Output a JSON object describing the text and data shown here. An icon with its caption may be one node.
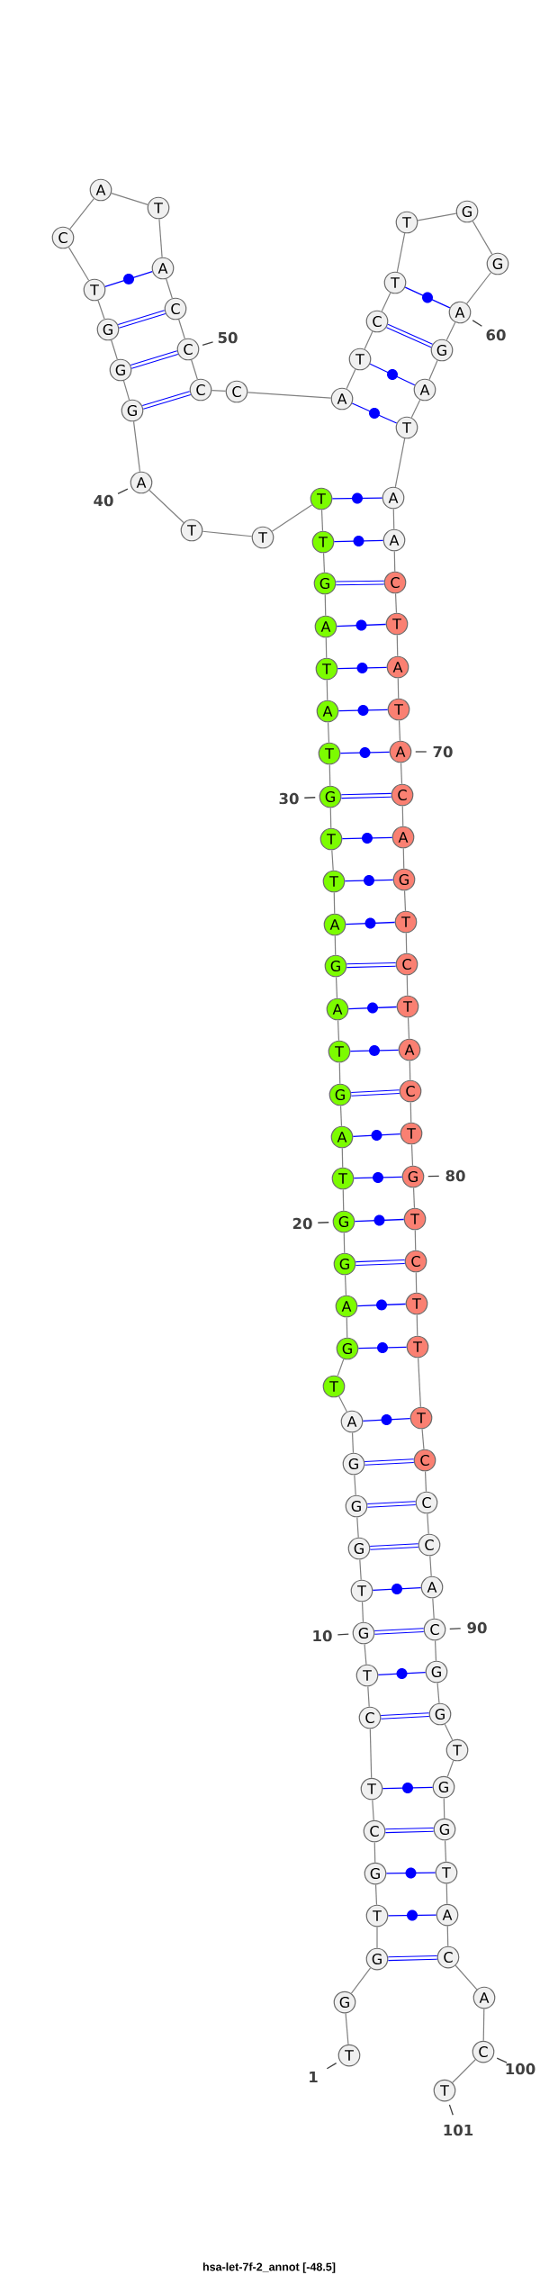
{
  "diagram": {
    "caption": "hsa-let-7f-2_annot [-48.5]",
    "nodes": [
      {
        "text": [
          "T"
        ],
        "beside": [
          "1"
        ]
      },
      {
        "text": [
          "G"
        ]
      },
      {
        "text": [
          "G"
        ]
      },
      {
        "text": [
          "T"
        ]
      },
      {
        "text": [
          "G"
        ]
      },
      {
        "text": [
          "C"
        ]
      },
      {
        "text": [
          "T"
        ]
      },
      {
        "text": [
          "C"
        ]
      },
      {
        "text": [
          "T"
        ]
      },
      {
        "text": [
          "G"
        ],
        "beside": [
          "10"
        ]
      },
      {
        "text": [
          "T"
        ]
      },
      {
        "text": [
          "G"
        ]
      },
      {
        "text": [
          "G"
        ]
      },
      {
        "text": [
          "G"
        ]
      },
      {
        "text": [
          "A"
        ]
      },
      {
        "text": [
          "T"
        ]
      },
      {
        "text": [
          "G"
        ]
      },
      {
        "text": [
          "A"
        ]
      },
      {
        "text": [
          "G"
        ]
      },
      {
        "text": [
          "G"
        ],
        "beside": [
          "20"
        ]
      },
      {
        "text": [
          "T"
        ]
      },
      {
        "text": [
          "A"
        ]
      },
      {
        "text": [
          "G"
        ]
      },
      {
        "text": [
          "T"
        ]
      },
      {
        "text": [
          "A"
        ]
      },
      {
        "text": [
          "G"
        ]
      },
      {
        "text": [
          "A"
        ]
      },
      {
        "text": [
          "T"
        ]
      },
      {
        "text": [
          "T"
        ]
      },
      {
        "text": [
          "G"
        ],
        "beside": [
          "30"
        ]
      },
      {
        "text": [
          "T"
        ]
      },
      {
        "text": [
          "A"
        ]
      },
      {
        "text": [
          "T"
        ]
      },
      {
        "text": [
          "A"
        ]
      },
      {
        "text": [
          "G"
        ]
      },
      {
        "text": [
          "T"
        ]
      },
      {
        "text": [
          "T"
        ]
      },
      {
        "text": [
          "T"
        ]
      },
      {
        "text": [
          "T"
        ]
      },
      {
        "text": [
          "A"
        ],
        "beside": [
          "40"
        ]
      },
      {
        "text": [
          "G"
        ]
      },
      {
        "text": [
          "G"
        ]
      },
      {
        "text": [
          "G"
        ]
      },
      {
        "text": [
          "T"
        ]
      },
      {
        "text": [
          "C"
        ]
      },
      {
        "text": [
          "A"
        ]
      },
      {
        "text": [
          "T"
        ]
      },
      {
        "text": [
          "A"
        ]
      },
      {
        "text": [
          "C"
        ]
      },
      {
        "text": [
          "C"
        ],
        "beside": [
          "50"
        ]
      },
      {
        "text": [
          "C"
        ]
      },
      {
        "text": [
          "C"
        ]
      },
      {
        "text": [
          "A"
        ]
      },
      {
        "text": [
          "T"
        ]
      },
      {
        "text": [
          "C"
        ]
      },
      {
        "text": [
          "T"
        ]
      },
      {
        "text": [
          "T"
        ]
      },
      {
        "text": [
          "G"
        ]
      },
      {
        "text": [
          "G"
        ]
      },
      {
        "text": [
          "A"
        ],
        "beside": [
          "60"
        ]
      },
      {
        "text": [
          "G"
        ]
      },
      {
        "text": [
          "A"
        ]
      },
      {
        "text": [
          "T"
        ]
      },
      {
        "text": [
          "A"
        ]
      },
      {
        "text": [
          "A"
        ]
      },
      {
        "text": [
          "C"
        ]
      },
      {
        "text": [
          "T"
        ]
      },
      {
        "text": [
          "A"
        ]
      },
      {
        "text": [
          "T"
        ]
      },
      {
        "text": [
          "A"
        ],
        "beside": [
          "70"
        ]
      },
      {
        "text": [
          "C"
        ]
      },
      {
        "text": [
          "A"
        ]
      },
      {
        "text": [
          "G"
        ]
      },
      {
        "text": [
          "T"
        ]
      },
      {
        "text": [
          "C"
        ]
      },
      {
        "text": [
          "T"
        ]
      },
      {
        "text": [
          "A"
        ]
      },
      {
        "text": [
          "C"
        ]
      },
      {
        "text": [
          "T"
        ]
      },
      {
        "text": [
          "G"
        ],
        "beside": [
          "80"
        ]
      },
      {
        "text": [
          "T"
        ]
      },
      {
        "text": [
          "C"
        ]
      },
      {
        "text": [
          "T"
        ]
      },
      {
        "text": [
          "T"
        ]
      },
      {
        "text": [
          "T"
        ]
      },
      {
        "text": [
          "C"
        ]
      },
      {
        "text": [
          "C"
        ]
      },
      {
        "text": [
          "C"
        ]
      },
      {
        "text": [
          "A"
        ]
      },
      {
        "text": [
          "C"
        ],
        "beside": [
          "90"
        ]
      },
      {
        "text": [
          "G"
        ]
      },
      {
        "text": [
          "G"
        ]
      },
      {
        "text": [
          "T"
        ]
      },
      {
        "text": [
          "G"
        ]
      },
      {
        "text": [
          "G"
        ]
      },
      {
        "text": [
          "T"
        ]
      },
      {
        "text": [
          "A"
        ]
      },
      {
        "text": [
          "C"
        ]
      },
      {
        "text": [
          "A"
        ]
      },
      {
        "text": [
          "C"
        ],
        "beside": [
          "100"
        ]
      },
      {
        "text": [
          "T"
        ],
        "beside": [
          "101"
        ]
      }
    ],
    "edges": [
      {
        "from": 0,
        "to": 1,
        "arrow": "none"
      },
      {
        "from": 1,
        "to": 2,
        "arrow": "none"
      },
      {
        "from": 2,
        "to": 3,
        "arrow": "none"
      },
      {
        "from": 3,
        "to": 4,
        "arrow": "none"
      },
      {
        "from": 4,
        "to": 5,
        "arrow": "none"
      },
      {
        "from": 5,
        "to": 6,
        "arrow": "none"
      },
      {
        "from": 6,
        "to": 7,
        "arrow": "none"
      },
      {
        "from": 7,
        "to": 8,
        "arrow": "none"
      },
      {
        "from": 8,
        "to": 9,
        "arrow": "none"
      },
      {
        "from": 9,
        "to": 10,
        "arrow": "none"
      },
      {
        "from": 10,
        "to": 11,
        "arrow": "none"
      },
      {
        "from": 11,
        "to": 12,
        "arrow": "none"
      },
      {
        "from": 12,
        "to": 13,
        "arrow": "none"
      },
      {
        "from": 13,
        "to": 14,
        "arrow": "none"
      },
      {
        "from": 14,
        "to": 15,
        "arrow": "none"
      },
      {
        "from": 15,
        "to": 16,
        "arrow": "none"
      },
      {
        "from": 16,
        "to": 17,
        "arrow": "none"
      },
      {
        "from": 17,
        "to": 18,
        "arrow": "none"
      },
      {
        "from": 18,
        "to": 19,
        "arrow": "none"
      },
      {
        "from": 19,
        "to": 20,
        "arrow": "none"
      },
      {
        "from": 20,
        "to": 21,
        "arrow": "none"
      },
      {
        "from": 21,
        "to": 22,
        "arrow": "none"
      },
      {
        "from": 22,
        "to": 23,
        "arrow": "none"
      },
      {
        "from": 23,
        "to": 24,
        "arrow": "none"
      },
      {
        "from": 24,
        "to": 25,
        "arrow": "none"
      },
      {
        "from": 25,
        "to": 26,
        "arrow": "none"
      },
      {
        "from": 26,
        "to": 27,
        "arrow": "none"
      },
      {
        "from": 27,
        "to": 28,
        "arrow": "none"
      },
      {
        "from": 28,
        "to": 29,
        "arrow": "none"
      },
      {
        "from": 29,
        "to": 30,
        "arrow": "none"
      },
      {
        "from": 30,
        "to": 31,
        "arrow": "none"
      },
      {
        "from": 31,
        "to": 32,
        "arrow": "none"
      },
      {
        "from": 32,
        "to": 33,
        "arrow": "none"
      },
      {
        "from": 33,
        "to": 34,
        "arrow": "none"
      },
      {
        "from": 34,
        "to": 35,
        "arrow": "none"
      },
      {
        "from": 35,
        "to": 36,
        "arrow": "none"
      },
      {
        "from": 36,
        "to": 37,
        "arrow": "none"
      },
      {
        "from": 37,
        "to": 38,
        "arrow": "none"
      },
      {
        "from": 38,
        "to": 39,
        "arrow": "none"
      },
      {
        "from": 39,
        "to": 40,
        "arrow": "none"
      },
      {
        "from": 40,
        "to": 41,
        "arrow": "none"
      },
      {
        "from": 41,
        "to": 42,
        "arrow": "none"
      },
      {
        "from": 42,
        "to": 43,
        "arrow": "none"
      },
      {
        "from": 43,
        "to": 44,
        "arrow": "none"
      },
      {
        "from": 44,
        "to": 45,
        "arrow": "none"
      },
      {
        "from": 45,
        "to": 46,
        "arrow": "none"
      },
      {
        "from": 46,
        "to": 47,
        "arrow": "none"
      },
      {
        "from": 47,
        "to": 48,
        "arrow": "none"
      },
      {
        "from": 48,
        "to": 49,
        "arrow": "none"
      },
      {
        "from": 49,
        "to": 50,
        "arrow": "none"
      },
      {
        "from": 50,
        "to": 51,
        "arrow": "none"
      },
      {
        "from": 51,
        "to": 52,
        "arrow": "none"
      },
      {
        "from": 52,
        "to": 53,
        "arrow": "none"
      },
      {
        "from": 53,
        "to": 54,
        "arrow": "none"
      },
      {
        "from": 54,
        "to": 55,
        "arrow": "none"
      },
      {
        "from": 55,
        "to": 56,
        "arrow": "none"
      },
      {
        "from": 56,
        "to": 57,
        "arrow": "none"
      },
      {
        "from": 57,
        "to": 58,
        "arrow": "none"
      },
      {
        "from": 58,
        "to": 59,
        "arrow": "none"
      },
      {
        "from": 59,
        "to": 60,
        "arrow": "none"
      },
      {
        "from": 60,
        "to": 61,
        "arrow": "none"
      },
      {
        "from": 61,
        "to": 62,
        "arrow": "none"
      },
      {
        "from": 62,
        "to": 63,
        "arrow": "none"
      },
      {
        "from": 63,
        "to": 64,
        "arrow": "none"
      },
      {
        "from": 64,
        "to": 65,
        "arrow": "none"
      },
      {
        "from": 65,
        "to": 66,
        "arrow": "none"
      },
      {
        "from": 66,
        "to": 67,
        "arrow": "none"
      },
      {
        "from": 67,
        "to": 68,
        "arrow": "none"
      },
      {
        "from": 68,
        "to": 69,
        "arrow": "none"
      },
      {
        "from": 69,
        "to": 70,
        "arrow": "none"
      },
      {
        "from": 70,
        "to": 71,
        "arrow": "none"
      },
      {
        "from": 71,
        "to": 72,
        "arrow": "none"
      },
      {
        "from": 72,
        "to": 73,
        "arrow": "none"
      },
      {
        "from": 73,
        "to": 74,
        "arrow": "none"
      },
      {
        "from": 74,
        "to": 75,
        "arrow": "none"
      },
      {
        "from": 75,
        "to": 76,
        "arrow": "none"
      },
      {
        "from": 76,
        "to": 77,
        "arrow": "none"
      },
      {
        "from": 77,
        "to": 78,
        "arrow": "none"
      },
      {
        "from": 78,
        "to": 79,
        "arrow": "none"
      },
      {
        "from": 79,
        "to": 80,
        "arrow": "none"
      },
      {
        "from": 80,
        "to": 81,
        "arrow": "none"
      },
      {
        "from": 81,
        "to": 82,
        "arrow": "none"
      },
      {
        "from": 82,
        "to": 83,
        "arrow": "none"
      },
      {
        "from": 83,
        "to": 84,
        "arrow": "none"
      },
      {
        "from": 84,
        "to": 85,
        "arrow": "none"
      },
      {
        "from": 85,
        "to": 86,
        "arrow": "none"
      },
      {
        "from": 86,
        "to": 87,
        "arrow": "none"
      },
      {
        "from": 87,
        "to": 88,
        "arrow": "none"
      },
      {
        "from": 88,
        "to": 89,
        "arrow": "none"
      },
      {
        "from": 89,
        "to": 90,
        "arrow": "none"
      },
      {
        "from": 90,
        "to": 91,
        "arrow": "none"
      },
      {
        "from": 91,
        "to": 92,
        "arrow": "none"
      },
      {
        "from": 92,
        "to": 93,
        "arrow": "none"
      },
      {
        "from": 93,
        "to": 94,
        "arrow": "none"
      },
      {
        "from": 94,
        "to": 95,
        "arrow": "none"
      },
      {
        "from": 95,
        "to": 96,
        "arrow": "none"
      },
      {
        "from": 96,
        "to": 97,
        "arrow": "none"
      },
      {
        "from": 97,
        "to": 98,
        "arrow": "none"
      },
      {
        "from": 98,
        "to": 99,
        "arrow": "none"
      },
      {
        "from": 99,
        "to": 100,
        "arrow": "none"
      },
      {
        "from": 2,
        "to": 97,
        "arrow": "none",
        "color": "#0000ff"
      },
      {
        "from": 3,
        "to": 96,
        "arrow": "none",
        "color": "#0000ff"
      },
      {
        "from": 4,
        "to": 95,
        "arrow": "none",
        "color": "#0000ff"
      },
      {
        "from": 5,
        "to": 94,
        "arrow": "none",
        "color": "#0000ff"
      },
      {
        "from": 6,
        "to": 93,
        "arrow": "none",
        "color": "#0000ff"
      },
      {
        "from": 7,
        "to": 91,
        "arrow": "none",
        "color": "#0000ff"
      },
      {
        "from": 8,
        "to": 90,
        "arrow": "none",
        "color": "#0000ff"
      },
      {
        "from": 9,
        "to": 89,
        "arrow": "none",
        "color": "#0000ff"
      },
      {
        "from": 10,
        "to": 88,
        "arrow": "none",
        "color": "#0000ff"
      },
      {
        "from": 11,
        "to": 87,
        "arrow": "none",
        "color": "#0000ff"
      },
      {
        "from": 12,
        "to": 86,
        "arrow": "none",
        "color": "#0000ff"
      },
      {
        "from": 13,
        "to": 85,
        "arrow": "none",
        "color": "#0000ff"
      },
      {
        "from": 14,
        "to": 84,
        "arrow": "none",
        "color": "#0000ff"
      },
      {
        "from": 16,
        "to": 83,
        "arrow": "none",
        "color": "#0000ff"
      },
      {
        "from": 17,
        "to": 82,
        "arrow": "none",
        "color": "#0000ff"
      },
      {
        "from": 18,
        "to": 81,
        "arrow": "none",
        "color": "#0000ff"
      },
      {
        "from": 19,
        "to": 80,
        "arrow": "none",
        "color": "#0000ff"
      },
      {
        "from": 20,
        "to": 79,
        "arrow": "none",
        "color": "#0000ff"
      },
      {
        "from": 21,
        "to": 78,
        "arrow": "none",
        "color": "#0000ff"
      },
      {
        "from": 22,
        "to": 77,
        "arrow": "none",
        "color": "#0000ff"
      },
      {
        "from": 23,
        "to": 76,
        "arrow": "none",
        "color": "#0000ff"
      },
      {
        "from": 24,
        "to": 75,
        "arrow": "none",
        "color": "#0000ff"
      },
      {
        "from": 25,
        "to": 74,
        "arrow": "none",
        "color": "#0000ff"
      },
      {
        "from": 26,
        "to": 73,
        "arrow": "none",
        "color": "#0000ff"
      },
      {
        "from": 27,
        "to": 72,
        "arrow": "none",
        "color": "#0000ff"
      },
      {
        "from": 28,
        "to": 71,
        "arrow": "none",
        "color": "#0000ff"
      },
      {
        "from": 29,
        "to": 70,
        "arrow": "none",
        "color": "#0000ff"
      },
      {
        "from": 30,
        "to": 69,
        "arrow": "none",
        "color": "#0000ff"
      },
      {
        "from": 31,
        "to": 68,
        "arrow": "none",
        "color": "#0000ff"
      },
      {
        "from": 32,
        "to": 67,
        "arrow": "none",
        "color": "#0000ff"
      },
      {
        "from": 33,
        "to": 66,
        "arrow": "none",
        "color": "#0000ff"
      },
      {
        "from": 34,
        "to": 65,
        "arrow": "none",
        "color": "#0000ff"
      },
      {
        "from": 35,
        "to": 64,
        "arrow": "none",
        "color": "#0000ff"
      },
      {
        "from": 36,
        "to": 63,
        "arrow": "none",
        "color": "#0000ff"
      },
      {
        "from": 40,
        "to": 50,
        "arrow": "none",
        "color": "#0000ff"
      },
      {
        "from": 41,
        "to": 49,
        "arrow": "none",
        "color": "#0000ff"
      },
      {
        "from": 42,
        "to": 48,
        "arrow": "none",
        "color": "#0000ff"
      },
      {
        "from": 43,
        "to": 47,
        "arrow": "none",
        "color": "#0000ff"
      },
      {
        "from": 52,
        "to": 62,
        "arrow": "none",
        "color": "#0000ff"
      },
      {
        "from": 53,
        "to": 61,
        "arrow": "none",
        "color": "#0000ff"
      },
      {
        "from": 54,
        "to": 60,
        "arrow": "none",
        "color": "#0000ff"
      },
      {
        "from": 55,
        "to": 59,
        "arrow": "none",
        "color": "#0000ff"
      }
    ]
  }
}
